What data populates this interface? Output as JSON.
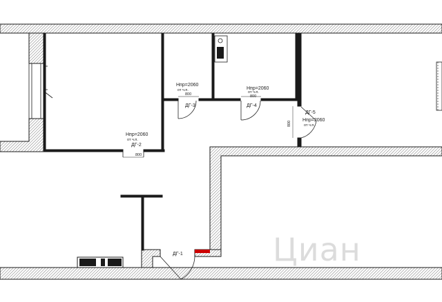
{
  "plan": {
    "door_labels": {
      "d1": "ДГ-1",
      "d2": "ДГ-2",
      "d3": "ДГ-3",
      "d4": "ДГ-4",
      "d5": "ДГ-5"
    },
    "height_label": "Нпр=2060",
    "height_note": "от ч.п.",
    "width_800": "800",
    "watermark": "Циан",
    "colors": {
      "wall": "#1a1a1a",
      "hatch": "#555555",
      "door": "#222222",
      "accent_red": "#cc0000",
      "background": "#ffffff"
    }
  }
}
